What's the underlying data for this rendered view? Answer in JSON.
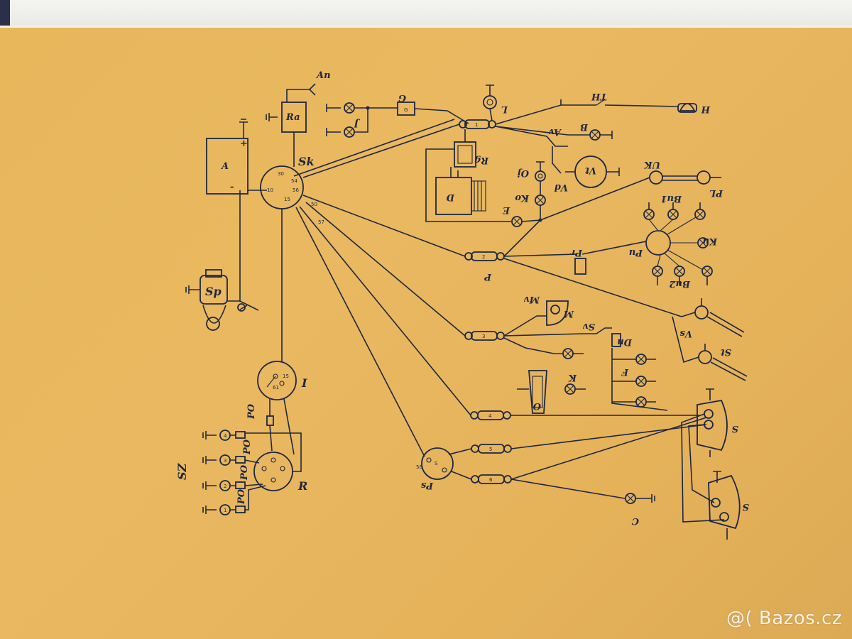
{
  "colors": {
    "paper": "#e8b75c",
    "ink": "#1d2740",
    "watermark": "#ffffff"
  },
  "watermark": {
    "text": "@( Bazos.cz"
  },
  "labels": {
    "A": "A",
    "Ra": "Ra",
    "An": "An",
    "Sk": "Sk",
    "Sp": "Sp",
    "I": "I",
    "R": "R",
    "PO": "PO",
    "SZ": "SZ",
    "G": "G",
    "J": "J",
    "L": "L",
    "TH": "TH",
    "H": "H",
    "B": "B",
    "Av": "Av",
    "Rg": "Rg",
    "D": "D",
    "Oj": "Oj",
    "Ko": "Ko",
    "E": "E",
    "Vt": "Vt",
    "Vd": "Vd",
    "UK": "UK",
    "PL": "PL",
    "Bu1": "Bu1",
    "Bu2": "Bu2",
    "Pu": "Pu",
    "Ku": "Ku",
    "Pr": "Pr",
    "P": "P",
    "M": "M",
    "Mv": "Mv",
    "Vs": "Vs",
    "St": "St",
    "Sv": "Sv",
    "Dn": "Dn",
    "F": "F",
    "K": "K",
    "O": "O",
    "S": "S",
    "C": "C",
    "Ps": "Ps"
  },
  "terminals": {
    "t30": "30",
    "t54": "54",
    "t15": "15",
    "t50": "50",
    "t10": "10",
    "t57": "57",
    "t56": "56",
    "t61": "61",
    "plus": "+",
    "minus": "-"
  },
  "fuses": {
    "f1": "1",
    "f2": "2",
    "f3": "3",
    "f4": "4",
    "f5": "5",
    "f6": "6"
  },
  "plugs": {
    "p1": "1",
    "p2": "2",
    "p3": "3",
    "p4": "4"
  }
}
